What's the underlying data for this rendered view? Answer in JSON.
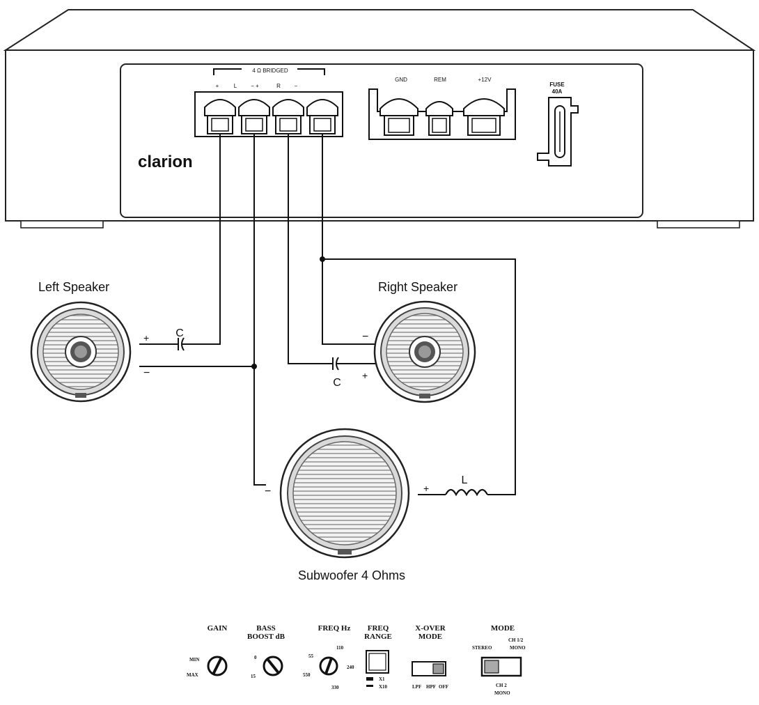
{
  "amplifier": {
    "brand": "clarion",
    "bridged_label": "4 Ω BRIDGED",
    "speaker_terminals": [
      "+",
      "L",
      "− +",
      "R",
      "−"
    ],
    "power_terminals": [
      "GND",
      "REM",
      "+12V"
    ],
    "fuse_label": "FUSE",
    "fuse_rating": "40A"
  },
  "speakers": {
    "left": {
      "label": "Left Speaker",
      "plus": "+",
      "minus": "−"
    },
    "right": {
      "label": "Right Speaker",
      "plus": "+",
      "minus": "−"
    },
    "sub": {
      "label": "Subwoofer 4 Ohms",
      "plus": "+",
      "minus": "−"
    }
  },
  "components": {
    "left_cap": "C",
    "right_cap": "C",
    "inductor": "L"
  },
  "controls": {
    "gain": {
      "title": "GAIN",
      "min": "MIN",
      "max": "MAX"
    },
    "bass_boost": {
      "title_line1": "BASS",
      "title_line2": "BOOST dB",
      "v0": "0",
      "v15": "15"
    },
    "freq": {
      "title": "FREQ Hz",
      "v55": "55",
      "v110": "110",
      "v240": "240",
      "v330": "330",
      "v550": "550"
    },
    "freq_range": {
      "title_line1": "FREQ",
      "title_line2": "RANGE",
      "x1": "X1",
      "x10": "X10"
    },
    "xover": {
      "title_line1": "X-OVER",
      "title_line2": "MODE",
      "lpf": "LPF",
      "hpf": "HPF",
      "off": "OFF"
    },
    "mode": {
      "title": "MODE",
      "stereo": "STEREO",
      "ch12_line1": "CH 1/2",
      "ch12_line2": "MONO",
      "ch2_line1": "CH 2",
      "ch2_line2": "MONO"
    }
  }
}
